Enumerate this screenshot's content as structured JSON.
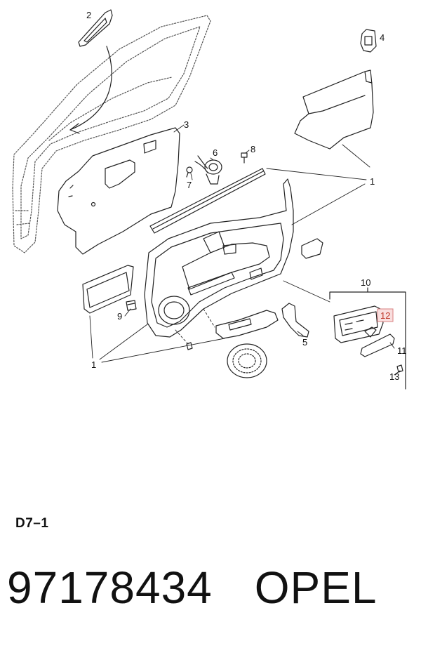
{
  "callouts": [
    {
      "id": "c2",
      "label": "2"
    },
    {
      "id": "c4",
      "label": "4"
    },
    {
      "id": "c3",
      "label": "3"
    },
    {
      "id": "c6",
      "label": "6"
    },
    {
      "id": "c8",
      "label": "8"
    },
    {
      "id": "c7",
      "label": "7"
    },
    {
      "id": "c1a",
      "label": "1"
    },
    {
      "id": "c10",
      "label": "10"
    },
    {
      "id": "c12",
      "label": "12"
    },
    {
      "id": "c9",
      "label": "9"
    },
    {
      "id": "c11",
      "label": "11"
    },
    {
      "id": "c5",
      "label": "5"
    },
    {
      "id": "c1b",
      "label": "1"
    },
    {
      "id": "c13",
      "label": "13"
    }
  ],
  "highlighted_callout": "12",
  "page_ref": "D7–1",
  "part_number": "97178434",
  "brand": "OPEL",
  "colors": {
    "line": "#222222",
    "highlight_fill": "#f9dede",
    "highlight_stroke": "#d98080"
  }
}
